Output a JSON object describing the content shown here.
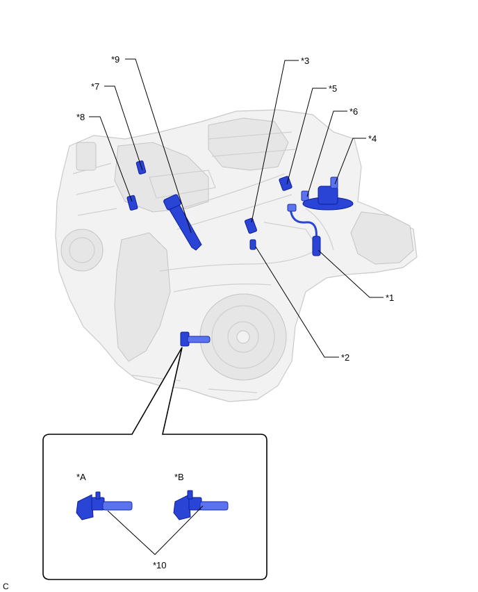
{
  "callouts": {
    "c1": "*1",
    "c2": "*2",
    "c3": "*3",
    "c4": "*4",
    "c5": "*5",
    "c6": "*6",
    "c7": "*7",
    "c8": "*8",
    "c9": "*9",
    "c10": "*10"
  },
  "inset": {
    "label_a": "*A",
    "label_b": "*B"
  },
  "corner_mark": "C",
  "colors": {
    "part": "#2a44d6",
    "engine": "#f2f2f2",
    "line": "#000000"
  }
}
